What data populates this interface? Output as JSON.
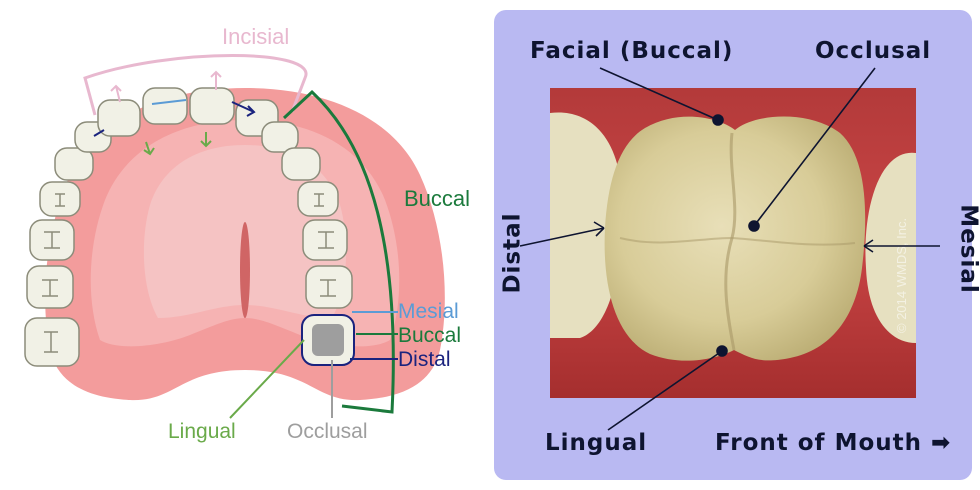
{
  "left_diagram": {
    "labels": {
      "incisial": "Incisial",
      "buccal_arch": "Buccal",
      "mesial": "Mesial",
      "buccal": "Buccal",
      "distal": "Distal",
      "lingual": "Lingual",
      "occlusal": "Occlusal"
    },
    "colors": {
      "incisial": "#e8b8cf",
      "buccal": "#1b7a3c",
      "mesial": "#5b9bd5",
      "distal": "#1a237e",
      "lingual": "#6aaa4a",
      "occlusal": "#9e9e9e"
    }
  },
  "right_diagram": {
    "labels": {
      "facial": "Facial (Buccal)",
      "occlusal": "Occlusal",
      "distal": "Distal",
      "mesial": "Mesial",
      "lingual": "Lingual",
      "front_of_mouth": "Front of Mouth",
      "watermark": "© 2014 WMDS, Inc."
    },
    "colors": {
      "panel": "#b9b9f2",
      "text": "#0e1430"
    }
  }
}
